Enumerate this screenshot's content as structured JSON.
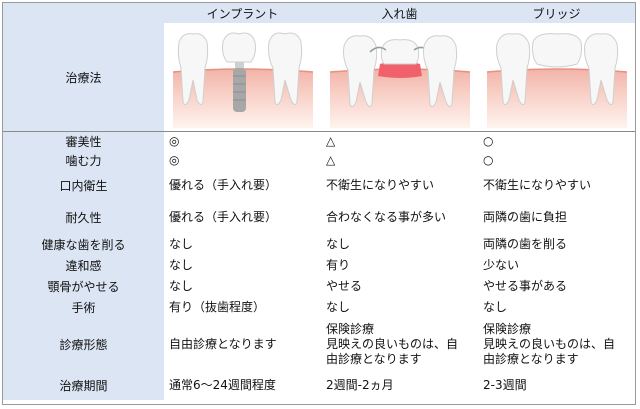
{
  "header": {
    "columns": [
      "インプラント",
      "入れ歯",
      "ブリッジ"
    ]
  },
  "image_row_label": "治療法",
  "rows": [
    {
      "label": "審美性",
      "implant": "◎",
      "denture": "△",
      "bridge": "○"
    },
    {
      "label": "噛む力",
      "implant": "◎",
      "denture": "△",
      "bridge": "○"
    },
    {
      "label": "口内衛生",
      "implant": "優れる（手入れ要）",
      "denture": "不衛生になりやすい",
      "bridge": "不衛生になりやすい"
    },
    {
      "label": "耐久性",
      "implant": "優れる（手入れ要）",
      "denture": "合わなくなる事が多い",
      "bridge": "両隣の歯に負担"
    },
    {
      "label": "健康な歯を削る",
      "implant": "なし",
      "denture": "なし",
      "bridge": "両隣の歯を削る"
    },
    {
      "label": "違和感",
      "implant": "なし",
      "denture": "有り",
      "bridge": "少ない"
    },
    {
      "label": "顎骨がやせる",
      "implant": "なし",
      "denture": "やせる",
      "bridge": "やせる事がある"
    },
    {
      "label": "手術",
      "implant": "有り（抜歯程度）",
      "denture": "なし",
      "bridge": "なし"
    },
    {
      "label": "診療形態",
      "implant": "自由診療となります",
      "denture_lines": [
        "保険診療",
        "見映えの良いものは、自",
        "由診療となります"
      ],
      "bridge_lines": [
        "保険診療",
        "見映えの良いものは、自",
        "由診療となります"
      ]
    },
    {
      "label": "治療期間",
      "implant": "通常6～24週間程度",
      "denture": "2週間-2ヵ月",
      "bridge": "2-3週間"
    }
  ],
  "colors": {
    "header_bg": "#dbe5f4",
    "gum": "#f2b3a8",
    "gum_light": "#fde7e1",
    "denture_pink": "#f0616b",
    "tooth": "#f7f7f7",
    "implant_post": "#a7a7a7"
  }
}
